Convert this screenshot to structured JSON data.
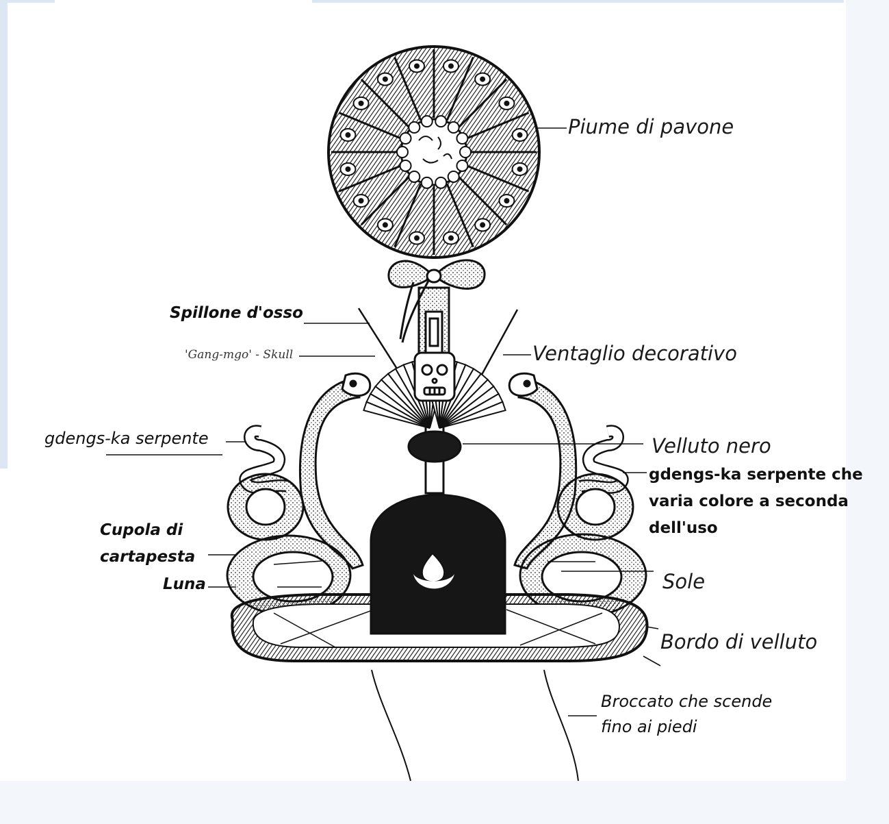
{
  "labels": {
    "piume": "Piume di pavone",
    "spillone": "Spillone d'osso",
    "skull": "'Gang-mgo' - Skull",
    "ventaglio": "Ventaglio decorativo",
    "serpente_left": "gdengs-ka serpente",
    "velluto_nero": "Velluto nero",
    "serpente_right": "gdengs-ka serpente che\nvaria colore a seconda\ndell'uso",
    "cupola": "Cupola di\ncartapesta",
    "luna": "Luna",
    "sole": "Sole",
    "bordo": "Bordo di velluto",
    "broccato": "Broccato che scende\nfino ai piedi"
  },
  "colors": {
    "ink": "#111111",
    "paper": "#ffffff",
    "band": "#dde7f3"
  }
}
